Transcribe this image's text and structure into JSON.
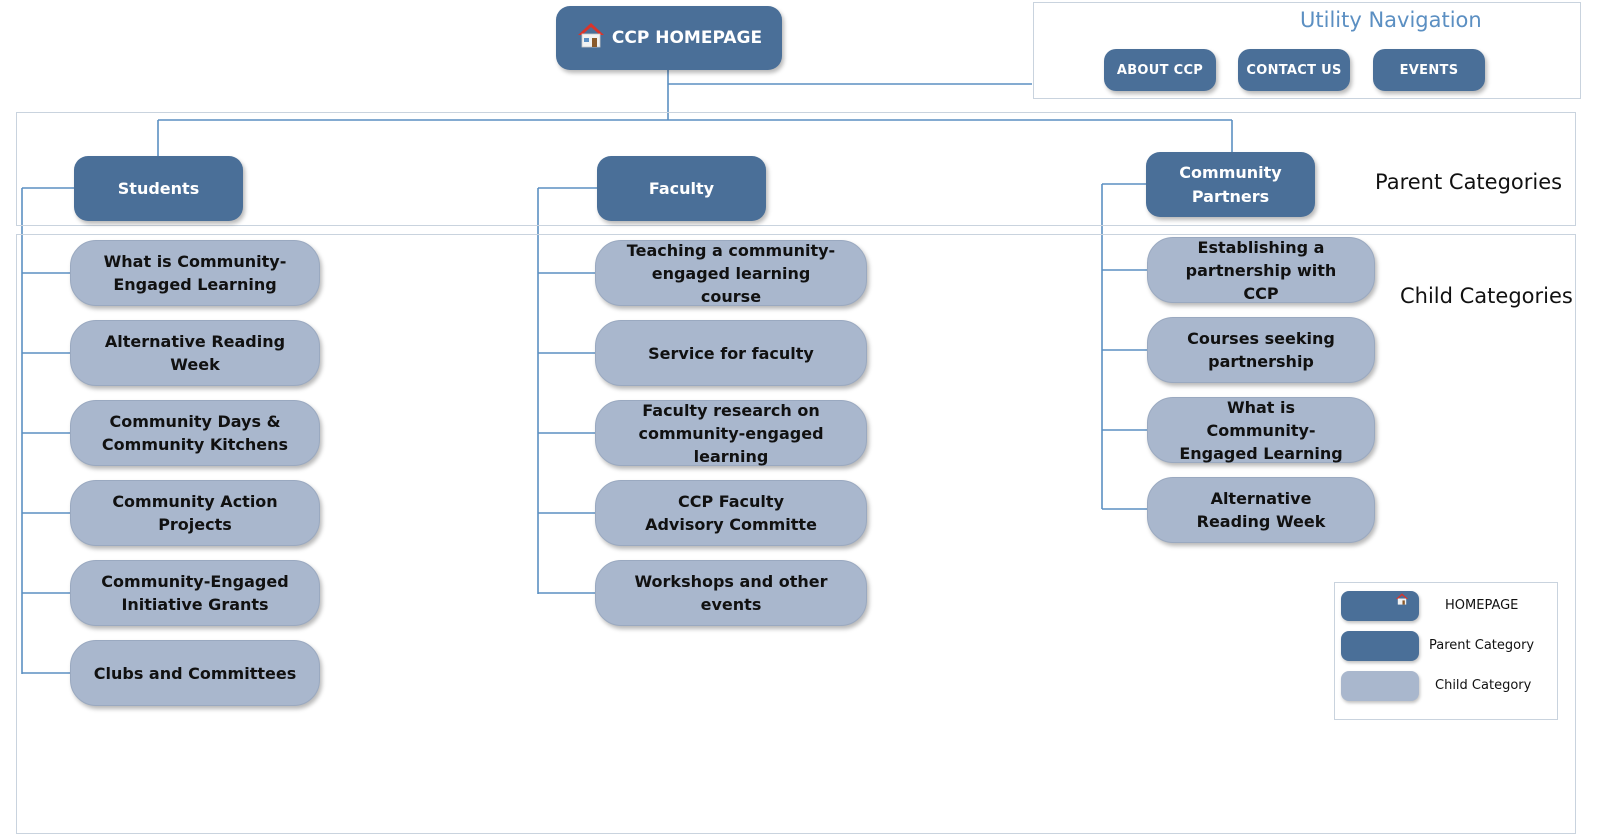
{
  "homepage": {
    "label": "CCP HOMEPAGE",
    "icon": "house-icon"
  },
  "utility": {
    "title": "Utility Navigation",
    "items": [
      {
        "label": "ABOUT CCP"
      },
      {
        "label": "CONTACT US"
      },
      {
        "label": "EVENTS"
      }
    ]
  },
  "sections": {
    "parent_label": "Parent Categories",
    "child_label": "Child Categories"
  },
  "columns": [
    {
      "parent": "Students",
      "children": [
        "What is Community-Engaged Learning",
        "Alternative Reading Week",
        "Community Days & Community Kitchens",
        "Community Action Projects",
        "Community-Engaged Initiative Grants",
        "Clubs and Committees"
      ]
    },
    {
      "parent": "Faculty",
      "children": [
        "Teaching a community-engaged learning course",
        "Service for faculty",
        "Faculty research on community-engaged learning",
        "CCP Faculty Advisory Committe",
        "Workshops and other events"
      ]
    },
    {
      "parent": "Community Partners",
      "children": [
        "Establishing a partnership with CCP",
        "Courses seeking partnership",
        "What is Community-Engaged Learning",
        "Alternative Reading Week"
      ]
    }
  ],
  "legend": {
    "items": [
      {
        "label": "HOMEPAGE"
      },
      {
        "label": "Parent Category"
      },
      {
        "label": "Child Category"
      }
    ]
  },
  "colors": {
    "parent": "#4a6f98",
    "child": "#a9b7cd",
    "connector": "#5b8fc2",
    "utility_title": "#5b8fc2"
  }
}
